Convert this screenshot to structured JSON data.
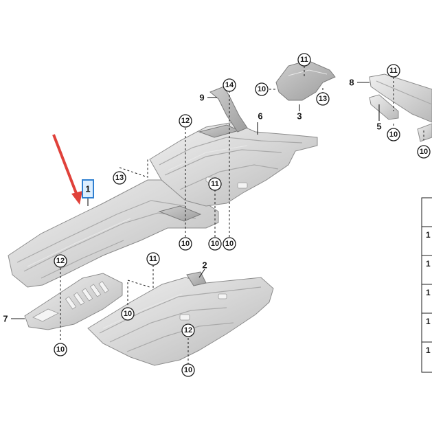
{
  "part_labels": {
    "p1": "1",
    "p2": "2",
    "p3": "3",
    "p5": "5",
    "p6": "6",
    "p7": "7",
    "p8": "8",
    "p9": "9"
  },
  "callouts": {
    "c11_top": "11",
    "c10_p3": "10",
    "c13_p3": "13",
    "c11_p8": "11",
    "c10_p5": "10",
    "c10_p8": "10",
    "c14": "14",
    "c12_p6": "12",
    "c13_p1": "13",
    "c11_p6": "11",
    "c10_a": "10",
    "c10_b": "10",
    "c10_c": "10",
    "c12_p7": "12",
    "c11_mid": "11",
    "c10_mid": "10",
    "c10_p7": "10",
    "c12_p2": "12",
    "c10_p2": "10"
  },
  "side_table_digits": [
    "1",
    "1",
    "1",
    "1",
    "1"
  ],
  "colors": {
    "arrow": "#e0413a",
    "highlight_box": "#2f7fd0",
    "shield_light": "#e6e6e6",
    "shield_dark": "#b5b5b5"
  }
}
